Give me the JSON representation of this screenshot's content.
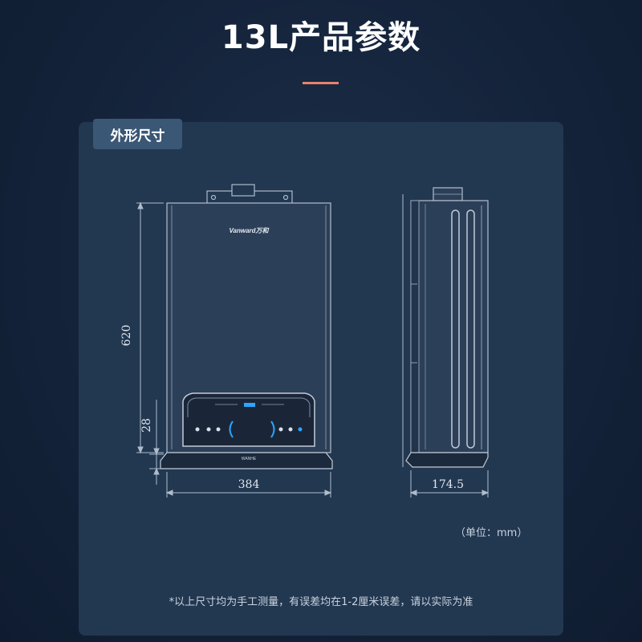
{
  "page": {
    "title": "13L产品参数"
  },
  "section": {
    "tab_label": "外形尺寸"
  },
  "front_view": {
    "brand_text": "Vanward万和",
    "bottom_brand_text": "WANHE",
    "dims": {
      "height": "620",
      "bottom_offset": "28",
      "width": "384"
    }
  },
  "side_view": {
    "dims": {
      "depth": "174.5"
    }
  },
  "notes": {
    "unit": "（单位：mm）",
    "footnote": "*以上尺寸均为手工测量，有误差均在1-2厘米误差，请以实际为准"
  },
  "colors": {
    "background": "#14233a",
    "panel": "#223750",
    "tab": "#3a5775",
    "accent": "#e8826f",
    "led_blue": "#2aa7ff"
  }
}
